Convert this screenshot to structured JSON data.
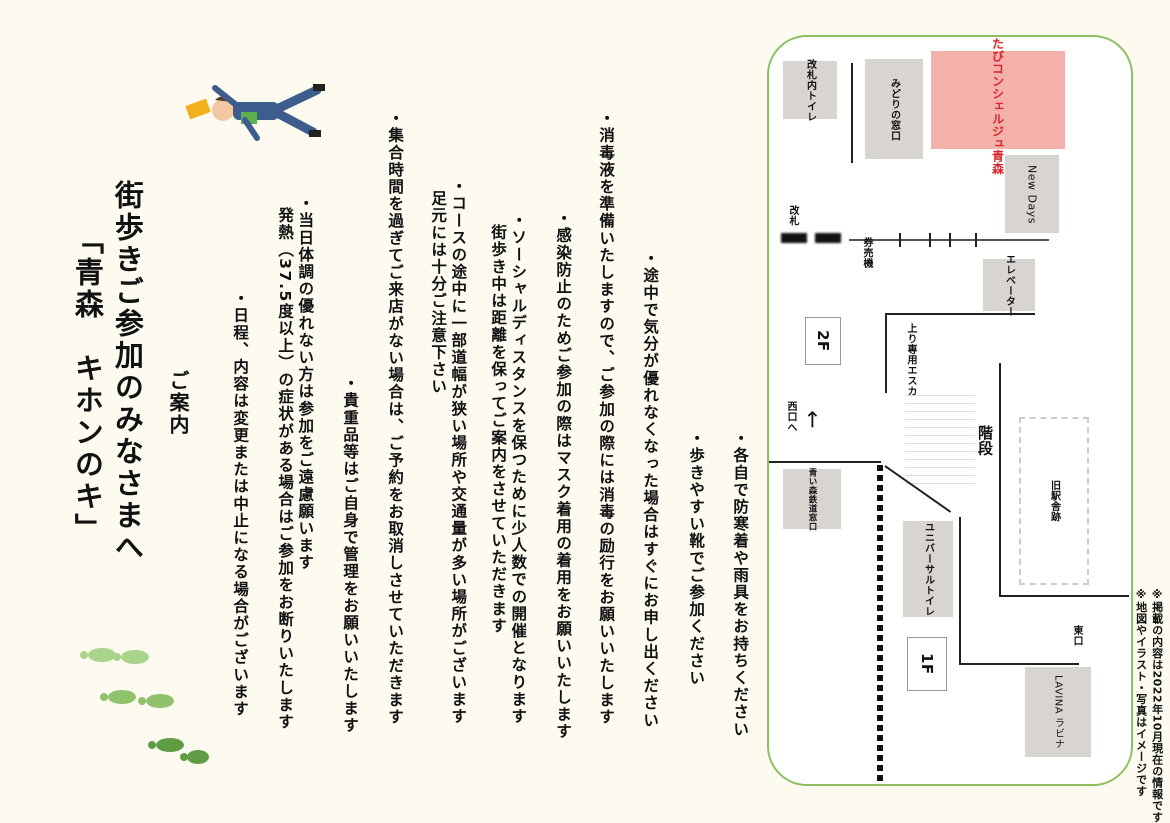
{
  "title": {
    "line1": "「青森　キホンのキ」",
    "line2": "街歩きご参加のみなさまへ"
  },
  "subtitle": "ご案内",
  "notes": [
    {
      "line1": "・日程、内容は変更または中止になる場合がございます",
      "line2": ""
    },
    {
      "line1": "・当日体調の優れない方は参加をご遠慮願います",
      "line2": "発熱（37.5度以上）の症状がある場合はご参加をお断りいたします"
    },
    {
      "line1": "・貴重品等はご自身で管理をお願いいたします",
      "line2": ""
    },
    {
      "line1": "・集合時間を過ぎてご来店がない場合は、ご予約をお取消しさせていただきます",
      "line2": ""
    },
    {
      "line1": "・コースの途中に一部道幅が狭い場所や交通量が多い場所がございます",
      "line2": "足元には十分ご注意下さい"
    },
    {
      "line1": "・ソーシャルディスタンスを保つために少人数での開催となります",
      "line2": "街歩き中は距離を保ってご案内をさせていただきます"
    },
    {
      "line1": "・感染防止のためご参加の際はマスク着用の着用をお願いいたします",
      "line2": ""
    },
    {
      "line1": "・消毒液を準備いたしますので、ご参加の際には消毒の励行をお願いいたします",
      "line2": ""
    },
    {
      "line1": "・途中で気分が優れなくなった場合はすぐにお申し出ください",
      "line2": ""
    },
    {
      "line1": "・歩きやすい靴でご参加ください",
      "line2": ""
    },
    {
      "line1": "・各自で防寒着や雨具をお持ちください",
      "line2": ""
    }
  ],
  "map": {
    "gate_toilet": "改札内トイレ",
    "midori": "みどりの窓口",
    "concierge": "駅たびコンシェルジュ青森",
    "newdays": "New Days",
    "kaisatsu": "改札",
    "kenbaiki": "券売機",
    "elevator": "エレベーター",
    "escalator": "上り専用エスカレーター",
    "floor2": "2F",
    "floor1": "1F",
    "west_exit": "西口へ",
    "arrow": "←",
    "stairs": "階段",
    "aoimori": "青い森鉄道窓口",
    "old_building": "旧駅舎跡",
    "universal_toilet": "ユニバーサルトイレ",
    "east_exit": "東口",
    "lavina": "LAVINA ラビナ",
    "concierge_color": "#f4b0aa"
  },
  "footnotes": {
    "line1": "※地図やイラスト・写真はイメージです",
    "line2": "※掲載の内容は2022年10月現在の情報です"
  },
  "colors": {
    "background": "#fdfaf0",
    "map_border": "#8cbf5f",
    "accent_red": "#d9262b",
    "footprint_green": "#8fc26a"
  }
}
